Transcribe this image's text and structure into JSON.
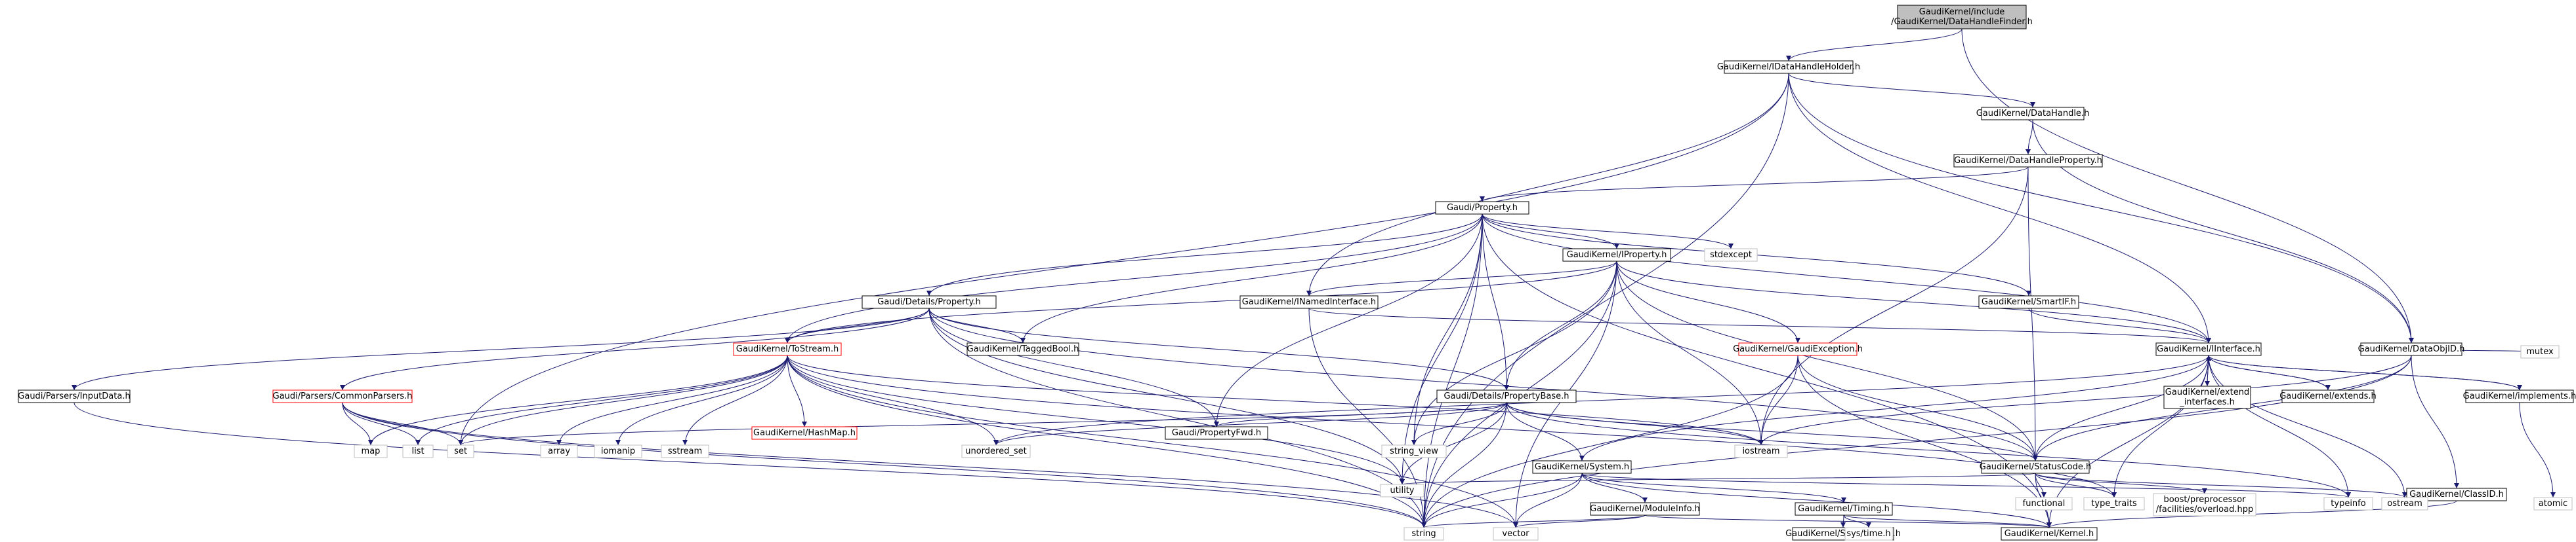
{
  "colors": {
    "edge": "#191970",
    "node_border": "#000000",
    "node_fill": "#ffffff",
    "root_fill": "#bfbfbf",
    "missing_border": "#bfbfbf",
    "red_border": "#ff0000",
    "red_text": "#ff0000",
    "text": "#000000"
  },
  "nodes": [
    {
      "id": "root",
      "lines": [
        "GaudiKernel/include",
        "/GaudiKernel/DataHandleFinder.h"
      ],
      "kind": "root"
    },
    {
      "id": "idhh",
      "lines": [
        "GaudiKernel/IDataHandleHolder.h"
      ],
      "kind": "normal"
    },
    {
      "id": "dh",
      "lines": [
        "GaudiKernel/DataHandle.h"
      ],
      "kind": "normal"
    },
    {
      "id": "dhp",
      "lines": [
        "GaudiKernel/DataHandleProperty.h"
      ],
      "kind": "normal"
    },
    {
      "id": "prop",
      "lines": [
        "Gaudi/Property.h"
      ],
      "kind": "normal"
    },
    {
      "id": "iprop",
      "lines": [
        "GaudiKernel/IProperty.h"
      ],
      "kind": "normal"
    },
    {
      "id": "stdexcept",
      "lines": [
        "stdexcept"
      ],
      "kind": "missing"
    },
    {
      "id": "dprop",
      "lines": [
        "Gaudi/Details/Property.h"
      ],
      "kind": "normal"
    },
    {
      "id": "inamed",
      "lines": [
        "GaudiKernel/INamedInterface.h"
      ],
      "kind": "normal"
    },
    {
      "id": "smartif",
      "lines": [
        "GaudiKernel/SmartIF.h"
      ],
      "kind": "normal"
    },
    {
      "id": "tagged",
      "lines": [
        "GaudiKernel/TaggedBool.h"
      ],
      "kind": "normal"
    },
    {
      "id": "toStream",
      "lines": [
        "GaudiKernel/ToStream.h"
      ],
      "kind": "red"
    },
    {
      "id": "gexc",
      "lines": [
        "GaudiKernel/GaudiException.h"
      ],
      "kind": "red"
    },
    {
      "id": "iinterface",
      "lines": [
        "GaudiKernel/IInterface.h"
      ],
      "kind": "normal"
    },
    {
      "id": "dataobjid",
      "lines": [
        "GaudiKernel/DataObjID.h"
      ],
      "kind": "normal"
    },
    {
      "id": "inputdata",
      "lines": [
        "Gaudi/Parsers/InputData.h"
      ],
      "kind": "normal"
    },
    {
      "id": "commonparsers",
      "lines": [
        "Gaudi/Parsers/CommonParsers.h"
      ],
      "kind": "red"
    },
    {
      "id": "propbase",
      "lines": [
        "Gaudi/Details/PropertyBase.h"
      ],
      "kind": "normal"
    },
    {
      "id": "propfwd",
      "lines": [
        "Gaudi/PropertyFwd.h"
      ],
      "kind": "normal"
    },
    {
      "id": "hashmap",
      "lines": [
        "GaudiKernel/HashMap.h"
      ],
      "kind": "red"
    },
    {
      "id": "system",
      "lines": [
        "GaudiKernel/System.h"
      ],
      "kind": "normal"
    },
    {
      "id": "statuscode",
      "lines": [
        "GaudiKernel/StatusCode.h"
      ],
      "kind": "normal"
    },
    {
      "id": "extendifaces",
      "lines": [
        "GaudiKernel/extend",
        "_interfaces.h"
      ],
      "kind": "normal"
    },
    {
      "id": "extends",
      "lines": [
        "GaudiKernel/extends.h"
      ],
      "kind": "normal"
    },
    {
      "id": "implements",
      "lines": [
        "GaudiKernel/implements.h"
      ],
      "kind": "normal"
    },
    {
      "id": "mutex",
      "lines": [
        "mutex"
      ],
      "kind": "missing"
    },
    {
      "id": "classid",
      "lines": [
        "GaudiKernel/ClassID.h"
      ],
      "kind": "normal"
    },
    {
      "id": "moduleinfo",
      "lines": [
        "GaudiKernel/ModuleInfo.h"
      ],
      "kind": "normal"
    },
    {
      "id": "timing",
      "lines": [
        "GaudiKernel/Timing.h"
      ],
      "kind": "normal"
    },
    {
      "id": "kernel",
      "lines": [
        "GaudiKernel/Kernel.h"
      ],
      "kind": "normal"
    },
    {
      "id": "systembase",
      "lines": [
        "GaudiKernel/SystemBase.h"
      ],
      "kind": "normal"
    },
    {
      "id": "map",
      "lines": [
        "map"
      ],
      "kind": "missing"
    },
    {
      "id": "list",
      "lines": [
        "list"
      ],
      "kind": "missing"
    },
    {
      "id": "set",
      "lines": [
        "set"
      ],
      "kind": "missing"
    },
    {
      "id": "array",
      "lines": [
        "array"
      ],
      "kind": "missing"
    },
    {
      "id": "iomanip",
      "lines": [
        "iomanip"
      ],
      "kind": "missing"
    },
    {
      "id": "sstream",
      "lines": [
        "sstream"
      ],
      "kind": "missing"
    },
    {
      "id": "unordered_set",
      "lines": [
        "unordered_set"
      ],
      "kind": "missing"
    },
    {
      "id": "string_view",
      "lines": [
        "string_view"
      ],
      "kind": "missing"
    },
    {
      "id": "iostream",
      "lines": [
        "iostream"
      ],
      "kind": "missing"
    },
    {
      "id": "utility",
      "lines": [
        "utility"
      ],
      "kind": "missing"
    },
    {
      "id": "functional",
      "lines": [
        "functional"
      ],
      "kind": "missing"
    },
    {
      "id": "type_traits",
      "lines": [
        "type_traits"
      ],
      "kind": "missing"
    },
    {
      "id": "boostpp",
      "lines": [
        "boost/preprocessor",
        "/facilities/overload.hpp"
      ],
      "kind": "missing"
    },
    {
      "id": "typeinfo",
      "lines": [
        "typeinfo"
      ],
      "kind": "missing"
    },
    {
      "id": "ostream",
      "lines": [
        "ostream"
      ],
      "kind": "missing"
    },
    {
      "id": "atomic",
      "lines": [
        "atomic"
      ],
      "kind": "missing"
    },
    {
      "id": "string",
      "lines": [
        "string"
      ],
      "kind": "missing"
    },
    {
      "id": "vector",
      "lines": [
        "vector"
      ],
      "kind": "missing"
    },
    {
      "id": "systime",
      "lines": [
        "sys/time.h"
      ],
      "kind": "missing"
    }
  ],
  "edges": [
    [
      "root",
      "idhh"
    ],
    [
      "root",
      "dataobjid"
    ],
    [
      "idhh",
      "dh"
    ],
    [
      "idhh",
      "dataobjid"
    ],
    [
      "idhh",
      "iinterface"
    ],
    [
      "idhh",
      "inamed"
    ],
    [
      "idhh",
      "set"
    ],
    [
      "idhh",
      "string"
    ],
    [
      "dh",
      "dhp"
    ],
    [
      "dh",
      "dataobjid"
    ],
    [
      "dhp",
      "prop"
    ],
    [
      "dhp",
      "statuscode"
    ],
    [
      "dhp",
      "iostream"
    ],
    [
      "prop",
      "iprop"
    ],
    [
      "prop",
      "dprop"
    ],
    [
      "prop",
      "propbase"
    ],
    [
      "prop",
      "propfwd"
    ],
    [
      "prop",
      "tagged"
    ],
    [
      "prop",
      "toStream"
    ],
    [
      "prop",
      "smartif"
    ],
    [
      "prop",
      "stdexcept"
    ],
    [
      "prop",
      "string_view"
    ],
    [
      "prop",
      "string"
    ],
    [
      "prop",
      "utility"
    ],
    [
      "prop",
      "iinterface"
    ],
    [
      "prop",
      "kernel"
    ],
    [
      "iprop",
      "inamed"
    ],
    [
      "iprop",
      "gexc"
    ],
    [
      "iprop",
      "propbase"
    ],
    [
      "iprop",
      "toStream"
    ],
    [
      "iprop",
      "iinterface"
    ],
    [
      "iprop",
      "statuscode"
    ],
    [
      "iprop",
      "iostream"
    ],
    [
      "iprop",
      "string_view"
    ],
    [
      "iprop",
      "string"
    ],
    [
      "iprop",
      "vector"
    ],
    [
      "dprop",
      "inputdata"
    ],
    [
      "dprop",
      "commonparsers"
    ],
    [
      "dprop",
      "propbase"
    ],
    [
      "dprop",
      "tagged"
    ],
    [
      "dprop",
      "toStream"
    ],
    [
      "dprop",
      "propfwd"
    ],
    [
      "dprop",
      "statuscode"
    ],
    [
      "dprop",
      "string"
    ],
    [
      "dprop",
      "utility"
    ],
    [
      "inamed",
      "iinterface"
    ],
    [
      "inamed",
      "string"
    ],
    [
      "smartif",
      "iinterface"
    ],
    [
      "toStream",
      "map"
    ],
    [
      "toStream",
      "list"
    ],
    [
      "toStream",
      "set"
    ],
    [
      "toStream",
      "array"
    ],
    [
      "toStream",
      "iomanip"
    ],
    [
      "toStream",
      "sstream"
    ],
    [
      "toStream",
      "hashmap"
    ],
    [
      "toStream",
      "unordered_set"
    ],
    [
      "toStream",
      "iostream"
    ],
    [
      "toStream",
      "string"
    ],
    [
      "toStream",
      "vector"
    ],
    [
      "toStream",
      "utility"
    ],
    [
      "toStream",
      "type_traits"
    ],
    [
      "gexc",
      "statuscode"
    ],
    [
      "gexc",
      "kernel"
    ],
    [
      "gexc",
      "iostream"
    ],
    [
      "gexc",
      "string"
    ],
    [
      "iinterface",
      "statuscode"
    ],
    [
      "iinterface",
      "kernel"
    ],
    [
      "iinterface",
      "extendifaces"
    ],
    [
      "iinterface",
      "extends"
    ],
    [
      "iinterface",
      "implements"
    ],
    [
      "iinterface",
      "system"
    ],
    [
      "iinterface",
      "ostream"
    ],
    [
      "iinterface",
      "typeinfo"
    ],
    [
      "iinterface",
      "type_traits"
    ],
    [
      "iinterface",
      "unordered_set"
    ],
    [
      "extendifaces",
      "iinterface"
    ],
    [
      "extends",
      "iinterface"
    ],
    [
      "implements",
      "iinterface"
    ],
    [
      "implements",
      "atomic"
    ],
    [
      "dataobjid",
      "classid"
    ],
    [
      "dataobjid",
      "statuscode"
    ],
    [
      "dataobjid",
      "mutex"
    ],
    [
      "dataobjid",
      "iostream"
    ],
    [
      "dataobjid",
      "string"
    ],
    [
      "classid",
      "kernel"
    ],
    [
      "commonparsers",
      "map"
    ],
    [
      "commonparsers",
      "list"
    ],
    [
      "commonparsers",
      "set"
    ],
    [
      "commonparsers",
      "string"
    ],
    [
      "commonparsers",
      "vector"
    ],
    [
      "inputdata",
      "string"
    ],
    [
      "propbase",
      "system"
    ],
    [
      "propbase",
      "statuscode"
    ],
    [
      "propbase",
      "propfwd"
    ],
    [
      "propbase",
      "iostream"
    ],
    [
      "propbase",
      "string_view"
    ],
    [
      "propbase",
      "string"
    ],
    [
      "propbase",
      "utility"
    ],
    [
      "propbase",
      "set"
    ],
    [
      "propbase",
      "unordered_set"
    ],
    [
      "propbase",
      "typeinfo"
    ],
    [
      "system",
      "moduleinfo"
    ],
    [
      "system",
      "timing"
    ],
    [
      "system",
      "kernel"
    ],
    [
      "system",
      "string"
    ],
    [
      "system",
      "vector"
    ],
    [
      "system",
      "typeinfo"
    ],
    [
      "statuscode",
      "kernel"
    ],
    [
      "statuscode",
      "functional"
    ],
    [
      "statuscode",
      "type_traits"
    ],
    [
      "statuscode",
      "boostpp"
    ],
    [
      "statuscode",
      "ostream"
    ],
    [
      "statuscode",
      "utility"
    ],
    [
      "moduleinfo",
      "kernel"
    ],
    [
      "moduleinfo",
      "string"
    ],
    [
      "moduleinfo",
      "vector"
    ],
    [
      "timing",
      "kernel"
    ],
    [
      "timing",
      "systembase"
    ],
    [
      "timing",
      "systime"
    ]
  ]
}
